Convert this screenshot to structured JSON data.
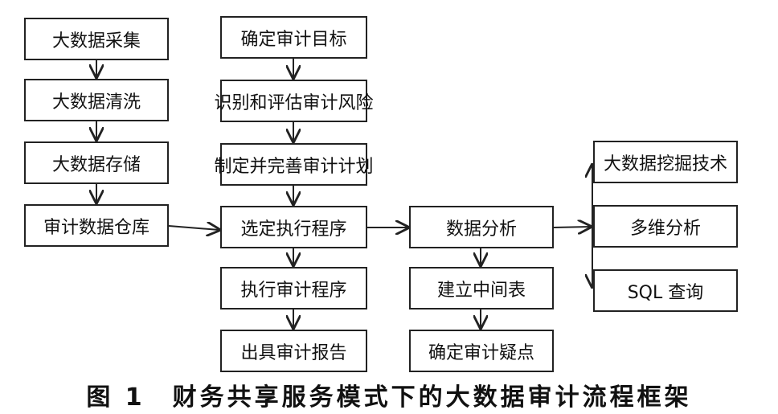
{
  "nodes": {
    "collect": "大数据采集",
    "clean": "大数据清洗",
    "store": "大数据存储",
    "warehouse": "审计数据仓库",
    "target": "确定审计目标",
    "risk": "识别和评估审计风险",
    "plan": "制定并完善审计计划",
    "select": "选定执行程序",
    "execute": "执行审计程序",
    "report": "出具审计报告",
    "analysis": "数据分析",
    "middle": "建立中间表",
    "doubt": "确定审计疑点",
    "mining": "大数据挖掘技术",
    "olap": "多维分析",
    "sql": "SQL 查询"
  },
  "caption": "图 1　财务共享服务模式下的大数据审计流程框架"
}
